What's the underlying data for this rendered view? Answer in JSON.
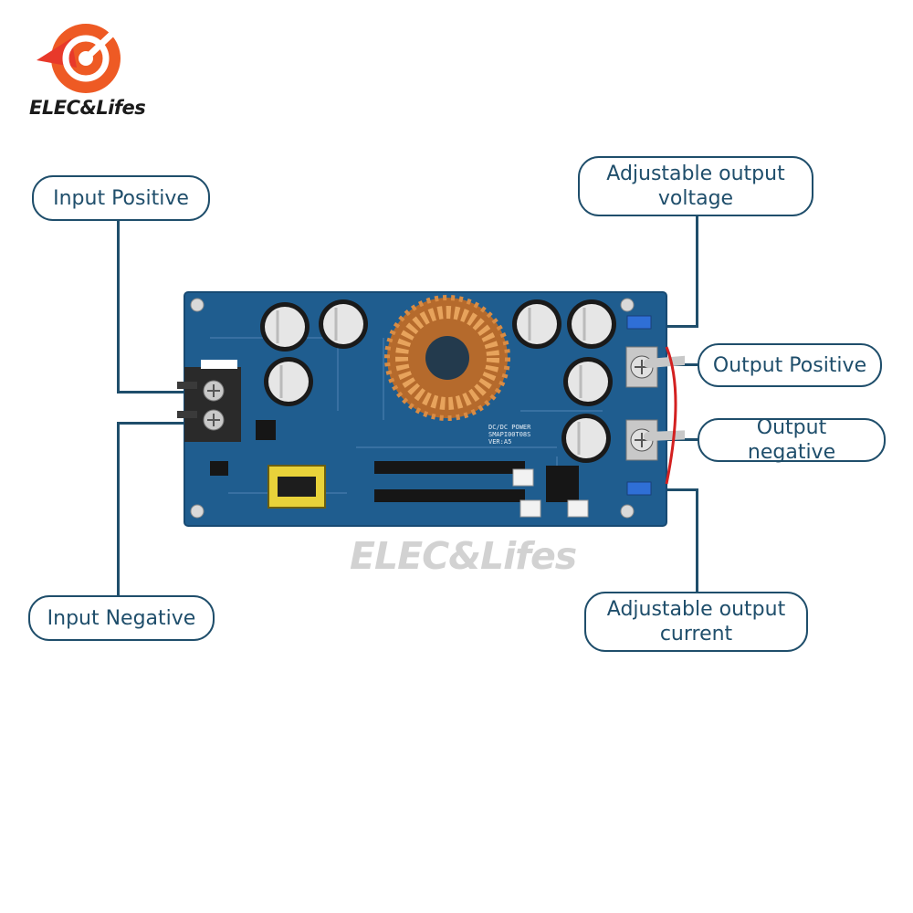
{
  "brand": {
    "name": "ELEC&Lifes",
    "watermark": "ELEC&Lifes",
    "colors": {
      "logo_orange": "#ee5a24",
      "logo_red": "#e8392a",
      "label_navy": "#1f4e6b",
      "pcb_blue": "#1f5d8f"
    }
  },
  "labels": {
    "input_positive": "Input Positive",
    "input_negative": "Input Negative",
    "adj_voltage_line1": "Adjustable output",
    "adj_voltage_line2": "voltage",
    "output_positive": "Output Positive",
    "output_negative": "Output negative",
    "adj_current_line1": "Adjustable output",
    "adj_current_line2": "current"
  },
  "board": {
    "silkscreen_1": "DC/DC POWER",
    "silkscreen_2": "SMAPI00T08S",
    "silkscreen_3": "VER:A5"
  }
}
